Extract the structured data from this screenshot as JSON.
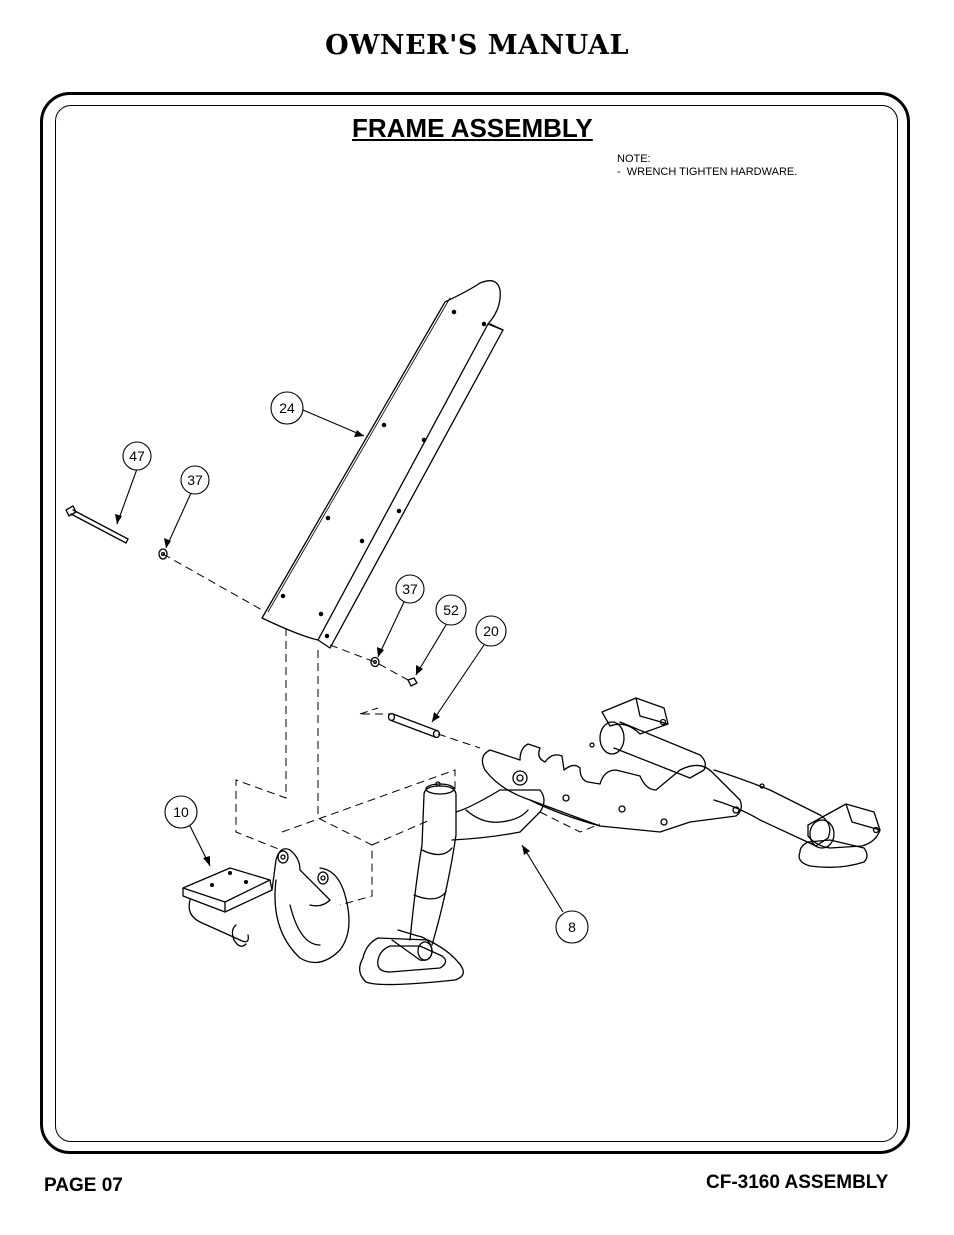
{
  "header": {
    "title": "OWNER'S MANUAL"
  },
  "section": {
    "title": "FRAME ASSEMBLY"
  },
  "note": {
    "label": "NOTE:",
    "lines": [
      "-  WRENCH TIGHTEN HARDWARE."
    ]
  },
  "callouts": {
    "c47": "47",
    "c37a": "37",
    "c24": "24",
    "c37b": "37",
    "c52": "52",
    "c20": "20",
    "c10": "10",
    "c8": "8"
  },
  "footer": {
    "page": "PAGE 07",
    "model": "CF-3160 ASSEMBLY"
  }
}
